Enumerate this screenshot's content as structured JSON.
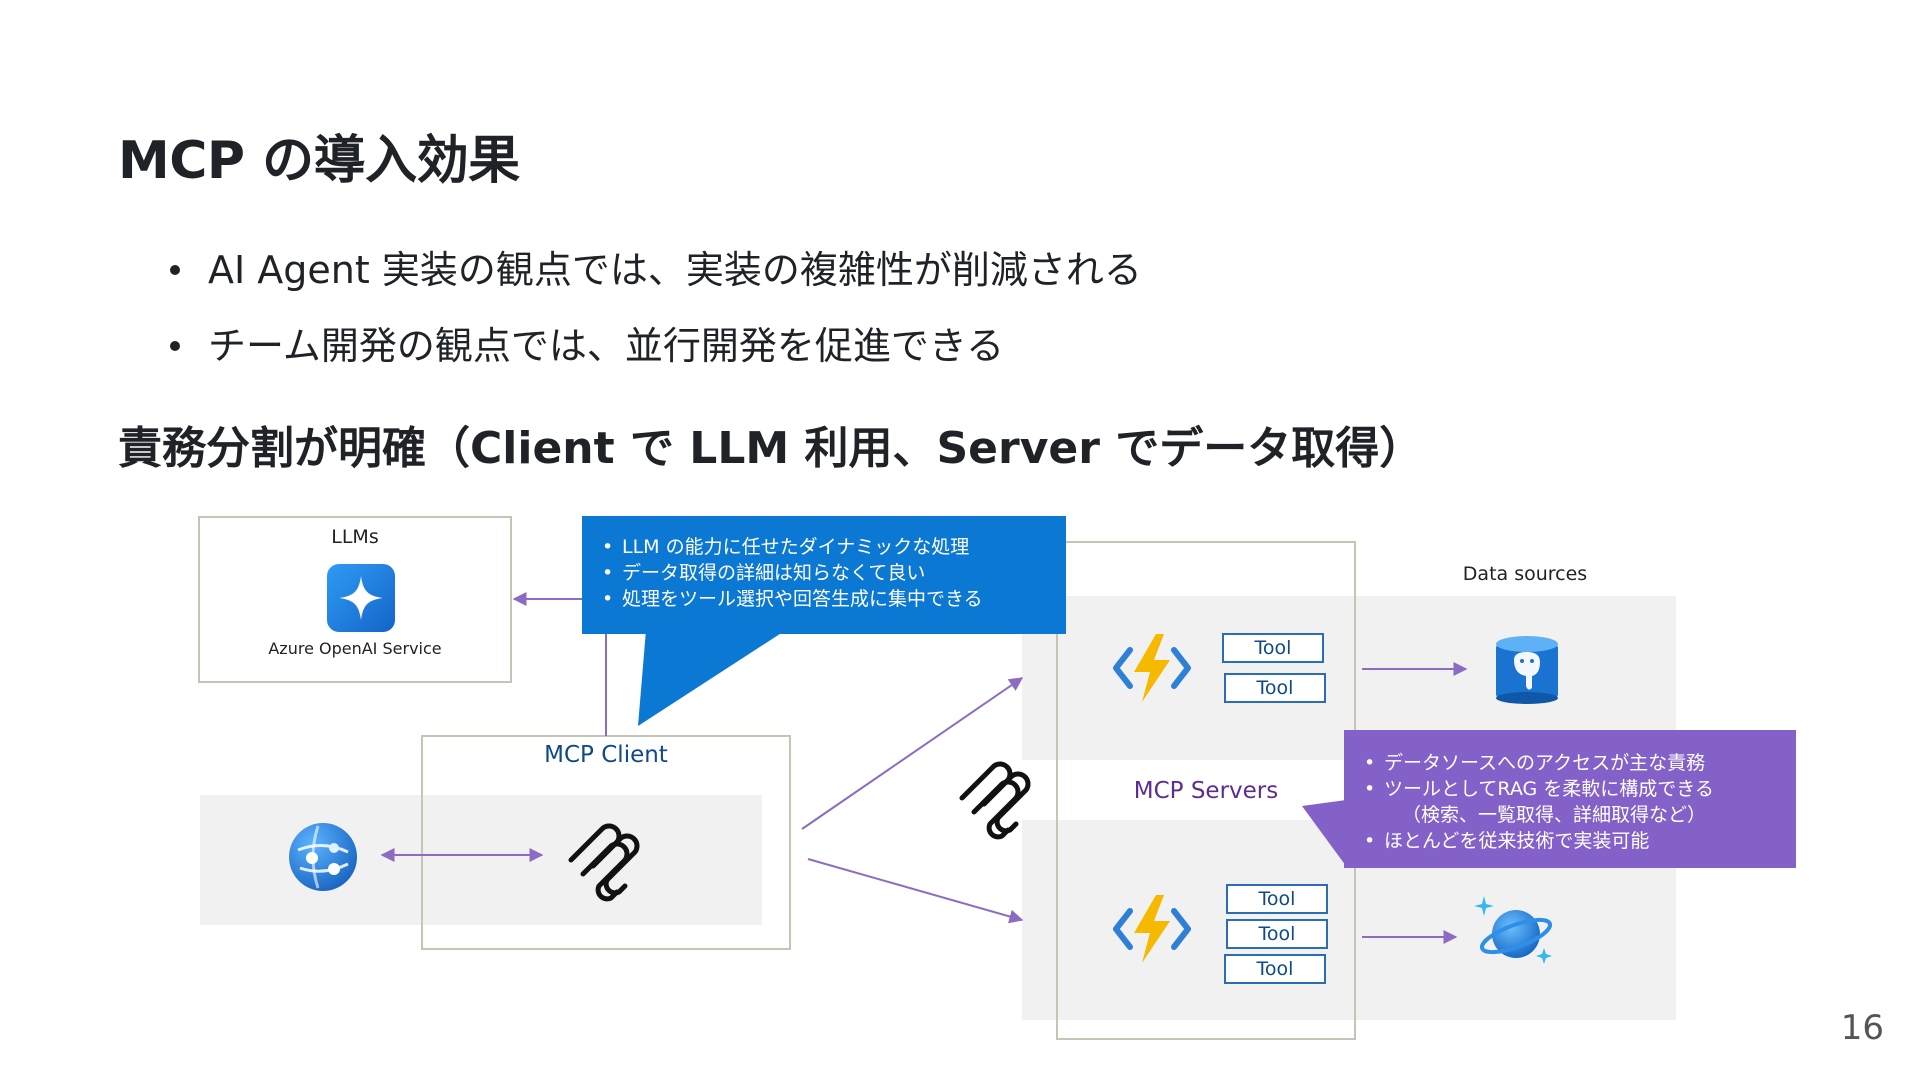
{
  "slide": {
    "title": "MCP の導入効果",
    "bullets": [
      "AI Agent 実装の観点では、実装の複雑性が削減される",
      "チーム開発の観点では、並行開発を促進できる"
    ],
    "section_title": "責務分割が明確（Client で LLM 利用、Server でデータ取得）",
    "page_number": "16"
  },
  "diagram": {
    "llms": {
      "title": "LLMs",
      "service_label": "Azure OpenAI Service",
      "icon": "azure-openai-icon"
    },
    "client": {
      "title": "MCP Client",
      "app_icon": "azure-app-icon",
      "mcp_icon": "mcp-logo-icon"
    },
    "servers": {
      "title": "MCP Servers",
      "function_icon": "azure-functions-icon",
      "top_tools": [
        "Tool",
        "Tool"
      ],
      "bottom_tools": [
        "Tool",
        "Tool",
        "Tool"
      ]
    },
    "data_sources": {
      "title": "Data sources",
      "top_icon": "postgresql-database-icon",
      "bottom_icon": "cosmos-db-icon"
    },
    "client_callout": {
      "items": [
        "LLM の能力に任せたダイナミックな処理",
        "データ取得の詳細は知らなくて良い",
        "処理をツール選択や回答生成に集中できる"
      ]
    },
    "server_callout": {
      "items": [
        "データソースへのアクセスが主な責務",
        "ツールとしてRAG を柔軟に構成できる",
        "（検索、一覧取得、詳細取得など）",
        "ほとんどを従来技術で実装可能"
      ]
    }
  },
  "colors": {
    "text": "#1f2328",
    "client_callout_bg": "#0b78d4",
    "server_callout_bg": "#8461c9",
    "client_title": "#0f4a84",
    "server_title": "#5c2d91",
    "arrow": "#8b6cc2",
    "frame": "#c8c4b4",
    "band": "#f1f1f1"
  }
}
